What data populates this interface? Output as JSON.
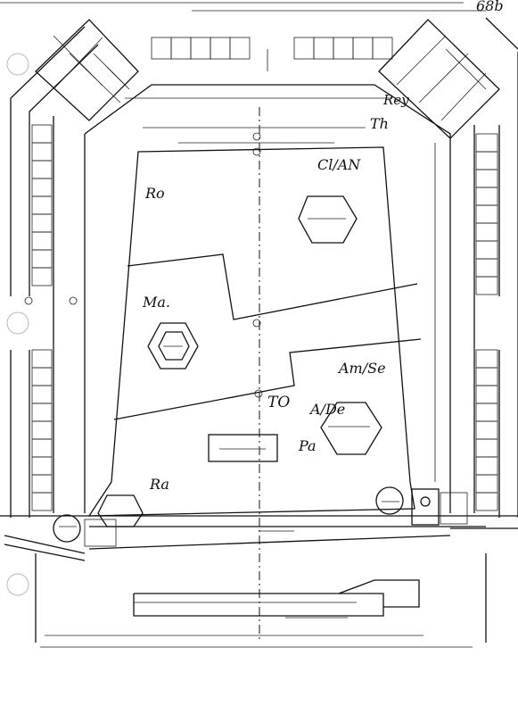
{
  "sheet": {
    "page_number": "68b"
  },
  "zones": [
    {
      "id": "ro",
      "label": "Ro"
    },
    {
      "id": "cl-an",
      "label": "Cl/AN"
    },
    {
      "id": "ma",
      "label": "Ma."
    },
    {
      "id": "am-se",
      "label": "Am/Se"
    },
    {
      "id": "to",
      "label": "TO"
    },
    {
      "id": "a-de",
      "label": "A/De"
    },
    {
      "id": "pa",
      "label": "Pa"
    },
    {
      "id": "ra",
      "label": "Ra"
    },
    {
      "id": "rey",
      "label": "Rey"
    },
    {
      "id": "th",
      "label": "Th"
    }
  ]
}
